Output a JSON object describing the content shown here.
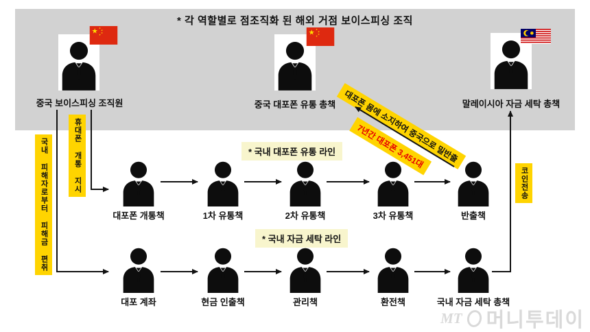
{
  "panel": {
    "title": "* 각 역할별로 점조직화 된 해외 거점 보이스피싱 조직"
  },
  "members": [
    {
      "label": "중국 보이스피싱 조직원",
      "flag": "china-flag"
    },
    {
      "label": "중국 대포폰 유통 총책",
      "flag": "china-flag"
    },
    {
      "label": "말레이시아 자금 세탁 총책",
      "flag": "malaysia-flag"
    }
  ],
  "annotations": {
    "phone_activation_order": "휴대폰 개통 지시",
    "victim_money_extortion": "국내 피해자로부터 피해금 편취",
    "smuggling_note": "대포폰 몸에 소지하여 중국으로 밀반출",
    "smuggling_count": "7년간 대포폰 3,451대",
    "coin_transfer": "코인전송"
  },
  "phone_distribution_line": {
    "title": "* 국내 대포폰 유통 라인",
    "roles": [
      "대포폰 개통책",
      "1차 유통책",
      "2차 유통책",
      "3차 유통책",
      "반출책"
    ]
  },
  "money_laundering_line": {
    "title": "* 국내 자금 세탁 라인",
    "roles": [
      "대포 계좌",
      "현금 인출책",
      "관리책",
      "환전책",
      "국내 자금 세탁 총책"
    ]
  },
  "watermark": {
    "prefix": "MT",
    "name": "머니투데이"
  },
  "colors": {
    "panel_gray": "#d2d2d2",
    "highlight_yellow": "#ffd400",
    "light_yellow": "#f8f5cd",
    "warning_red": "#e60000",
    "china_flag_red": "#de2910",
    "flag_star_yellow": "#ffde00",
    "malaysia_blue": "#010066",
    "malaysia_red": "#cc0001"
  }
}
